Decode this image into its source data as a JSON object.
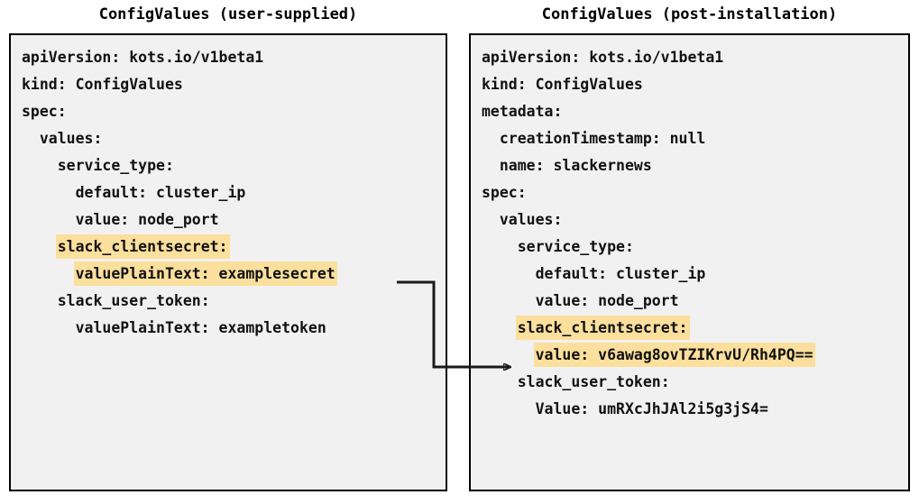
{
  "panels": {
    "left": {
      "title": "ConfigValues (user-supplied)",
      "lines": [
        {
          "text": "apiVersion: kots.io/v1beta1",
          "highlight": false
        },
        {
          "text": "kind: ConfigValues",
          "highlight": false
        },
        {
          "text": "spec:",
          "highlight": false
        },
        {
          "text": "  values:",
          "highlight": false
        },
        {
          "text": "    service_type:",
          "highlight": false
        },
        {
          "text": "      default: cluster_ip",
          "highlight": false
        },
        {
          "text": "      value: node_port",
          "highlight": false
        },
        {
          "text": "    slack_clientsecret:",
          "highlight": true
        },
        {
          "text": "      valuePlainText: examplesecret",
          "highlight": true
        },
        {
          "text": "    slack_user_token:",
          "highlight": false
        },
        {
          "text": "      valuePlainText: exampletoken",
          "highlight": false
        }
      ]
    },
    "right": {
      "title": "ConfigValues (post-installation)",
      "lines": [
        {
          "text": "apiVersion: kots.io/v1beta1",
          "highlight": false
        },
        {
          "text": "kind: ConfigValues",
          "highlight": false
        },
        {
          "text": "metadata:",
          "highlight": false
        },
        {
          "text": "  creationTimestamp: null",
          "highlight": false
        },
        {
          "text": "  name: slackernews",
          "highlight": false
        },
        {
          "text": "spec:",
          "highlight": false
        },
        {
          "text": "  values:",
          "highlight": false
        },
        {
          "text": "    service_type:",
          "highlight": false
        },
        {
          "text": "      default: cluster_ip",
          "highlight": false
        },
        {
          "text": "      value: node_port",
          "highlight": false
        },
        {
          "text": "    slack_clientsecret:",
          "highlight": true
        },
        {
          "text": "      value: v6awag8ovTZIKrvU/Rh4PQ==",
          "highlight": true
        },
        {
          "text": "    slack_user_token:",
          "highlight": false
        },
        {
          "text": "      Value: umRXcJhJAl2i5g3jS4=",
          "highlight": false
        }
      ]
    }
  },
  "connector": {
    "label": "encryption-mapping-arrow",
    "from": "left.valuePlainText: examplesecret",
    "to": "right.value: v6awag8ovTZIKrvU/Rh4PQ=="
  },
  "colors": {
    "highlight": "#fbdf9d",
    "box_background": "#f1f1f1",
    "box_border": "#000000",
    "text": "#111111",
    "arrow": "#1a1a1a"
  }
}
